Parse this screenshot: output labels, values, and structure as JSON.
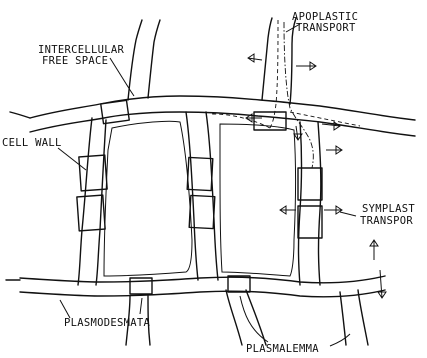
{
  "diagram": {
    "labels": {
      "intercellular": [
        "INTERCELLULAR",
        "FREE SPACE"
      ],
      "apoplastic": [
        "APOPLASTIC",
        "TRANSPORT"
      ],
      "cell_wall": "CELL WALL",
      "symplast": [
        "SYMPLAST",
        "TRANSPOR"
      ],
      "plasmodesmata": "PLASMODESMATA",
      "plasmalemma": "PLASMALEMMA"
    }
  }
}
